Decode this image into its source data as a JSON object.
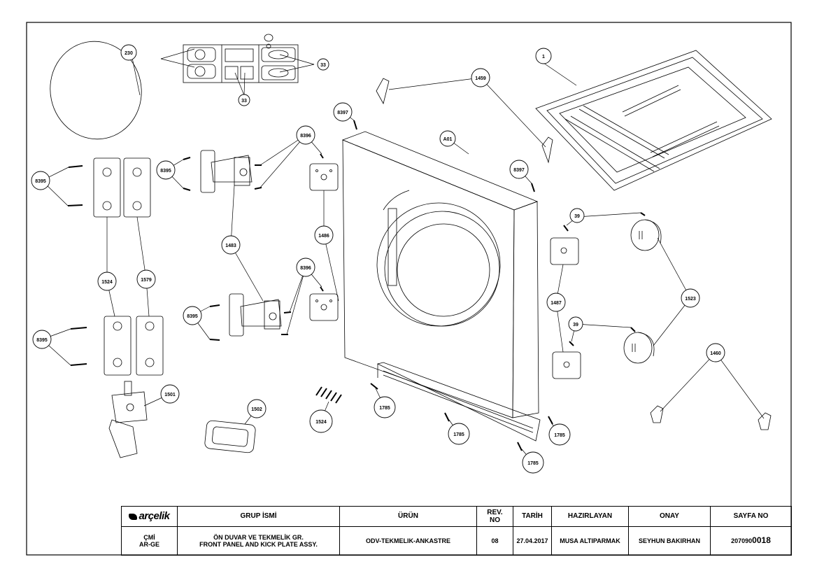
{
  "callouts": {
    "c1": "1",
    "c230": "230",
    "c33a": "33",
    "c33b": "33",
    "c8397a": "8397",
    "c8397b": "8397",
    "c1459": "1459",
    "cA01": "A01",
    "c8396a": "8396",
    "c8396b": "8396",
    "c8395a": "8395",
    "c8395b": "8395",
    "c8395c": "8395",
    "c8395d": "8395",
    "c1486": "1486",
    "c1483": "1483",
    "c1524a": "1524",
    "c1579": "1579",
    "c39a": "39",
    "c39b": "39",
    "c1487": "1487",
    "c1523": "1523",
    "c1460": "1460",
    "c1501": "1501",
    "c1502": "1502",
    "c1524b": "1524",
    "c1785a": "1785",
    "c1785b": "1785",
    "c1785c": "1785",
    "c1785d": "1785"
  },
  "title_block": {
    "logo": "arçelik",
    "group_name_label": "GRUP İSMİ",
    "product_label": "ÜRÜN",
    "rev_label_1": "REV.",
    "rev_label_2": "NO",
    "date_label": "TARİH",
    "prepared_label": "HAZIRLAYAN",
    "approval_label": "ONAY",
    "page_label": "SAYFA NO",
    "dept_1": "ÇMİ",
    "dept_2": "AR-GE",
    "group_name_tr": "ÖN DUVAR VE TEKMELİK GR.",
    "group_name_en": "FRONT PANEL AND KICK PLATE ASSY.",
    "product": "ODV-TEKMELIK-ANKASTRE",
    "rev": "08",
    "date": "27.04.2017",
    "prepared_by": "MUSA ALTIPARMAK",
    "approved_by": "SEYHUN BAKIRHAN",
    "page_prefix": "207090",
    "page_suffix": "0018"
  }
}
